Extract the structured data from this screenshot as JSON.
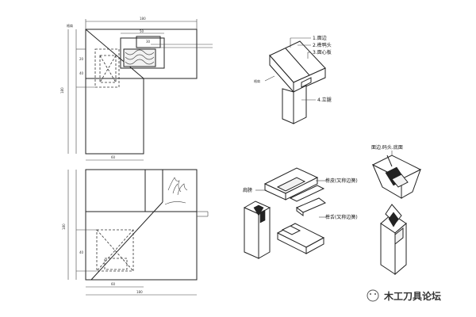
{
  "top_view": {
    "dim_top": "180",
    "dim_inner_a": "50",
    "dim_inner_b": "30",
    "dim_left": "180",
    "dim_bottom": "60",
    "dim_small_a": "20",
    "dim_small_b": "40",
    "label_corner": "格肩"
  },
  "bottom_view": {
    "dim_left": "180",
    "dim_small": "40",
    "dim_bottom_a": "60",
    "dim_bottom_b": "180"
  },
  "labels": {
    "mian_bian": "1.面边",
    "sun_ya_tou": "2.榫鸭头",
    "mian_xin_ban": "3.面心板",
    "li_tui": "4.立腿",
    "mao_shou": "格肩",
    "tiao_pi": "榫皮(又称边簧)",
    "jian_bang": "肩膀",
    "sun_she": "榫舌(又称边簧)",
    "mian_bian_dimian": "面边.码头.底面"
  },
  "watermark": {
    "text": "木工刀具论坛"
  }
}
